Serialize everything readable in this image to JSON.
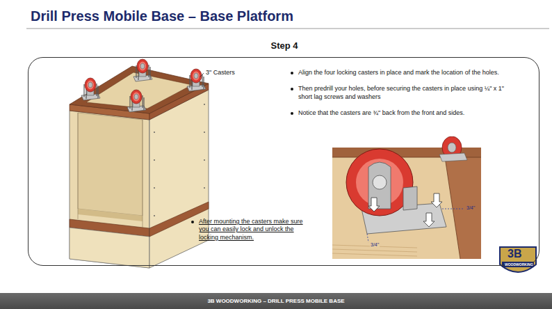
{
  "diagram": {
    "title": "Drill Press Mobile Base – Base Platform",
    "nodes": [
      {
        "text": [
          "Step 4",
          "Align the four locking casters in place and mark the location of the holes.",
          "Then predrill your holes, before securing the casters in place using ¼\" x 1\" short lag screws and washers",
          "Notice that the casters are ¾\" back from the front and sides.",
          "After mounting the casters make sure you can easily lock and unlock the locking mechanism."
        ]
      },
      {
        "text": [
          "3B WOODWORKING – DRILL PRESS MOBILE BASE"
        ]
      }
    ],
    "labels": [
      "3\" Casters",
      "3/4\"",
      "3/4\"",
      "3B",
      "WOODWORKING"
    ]
  }
}
